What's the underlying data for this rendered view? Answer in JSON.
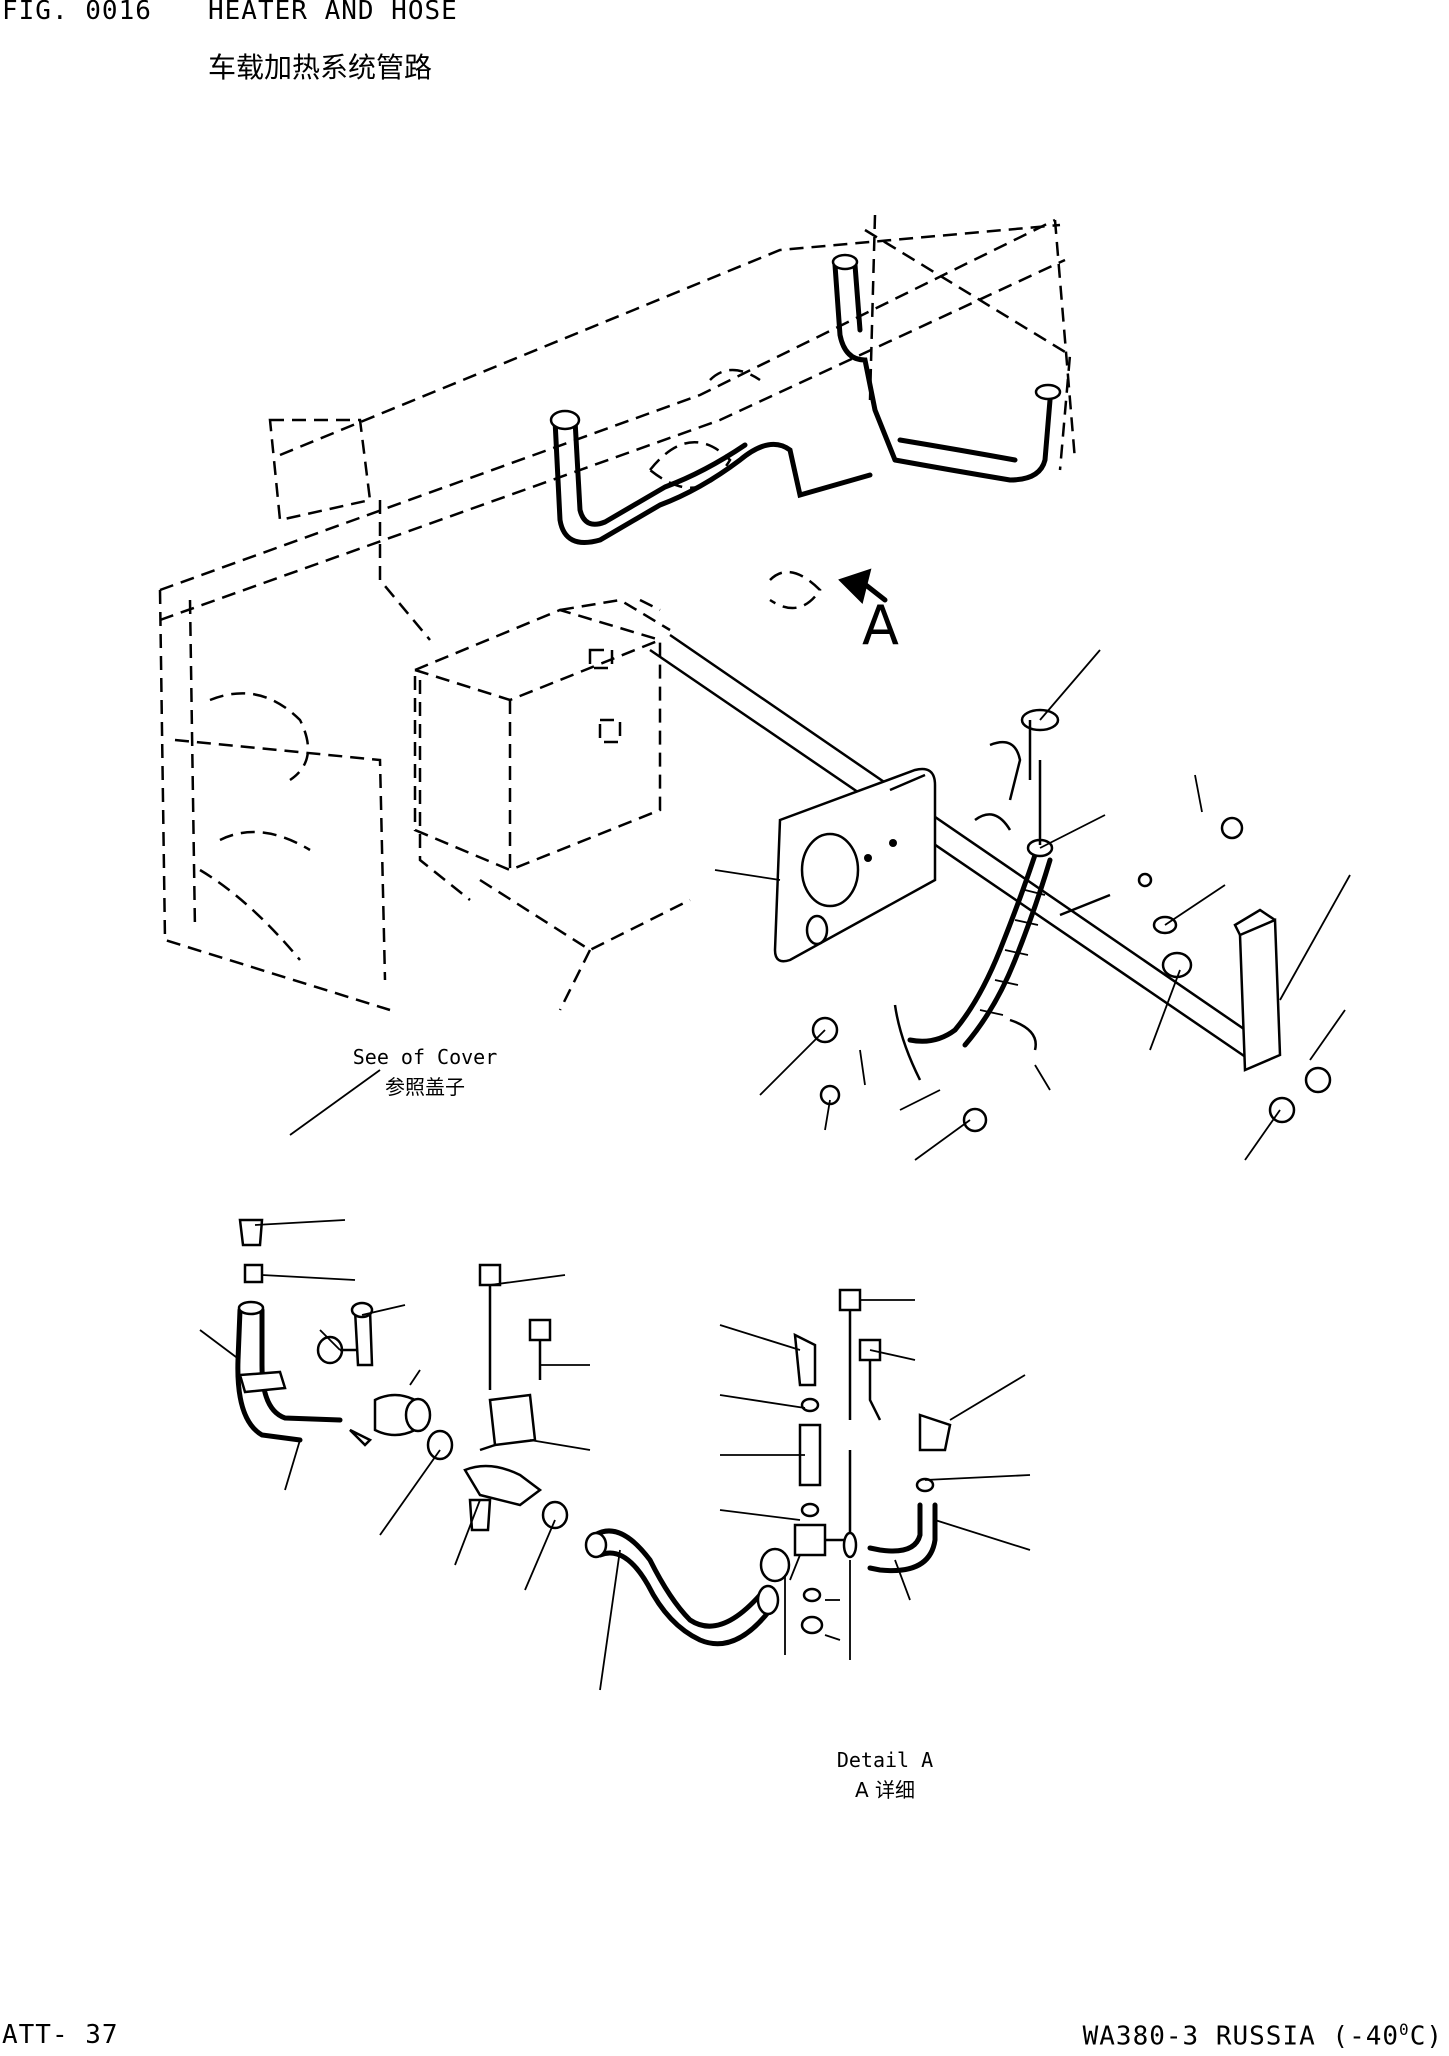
{
  "header": {
    "fig_number": "FIG. 0016",
    "title_en": "HEATER AND HOSE",
    "title_cn": "车载加热系统管路"
  },
  "annotations": {
    "view_marker": "A",
    "see_cover_en": "See of Cover",
    "see_cover_cn": "参照盖子",
    "detail_en": "Detail A",
    "detail_cn": "A 详细"
  },
  "footer": {
    "page_code": "ATT- 37",
    "model": "WA380-3 RUSSIA (-40",
    "degree": "0",
    "unit": "C)"
  }
}
